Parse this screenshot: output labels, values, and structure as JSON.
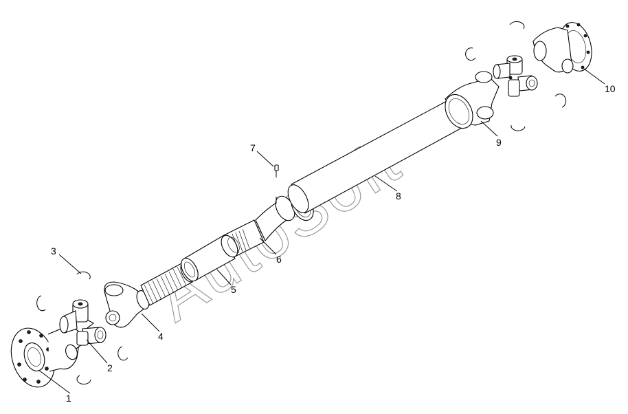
{
  "watermark": "AutoSoft",
  "callouts": [
    "1",
    "2",
    "3",
    "4",
    "5",
    "6",
    "7",
    "8",
    "9",
    "10"
  ],
  "colors": {
    "line": "#000000",
    "background": "#ffffff",
    "watermark": "#9a9a9a"
  }
}
